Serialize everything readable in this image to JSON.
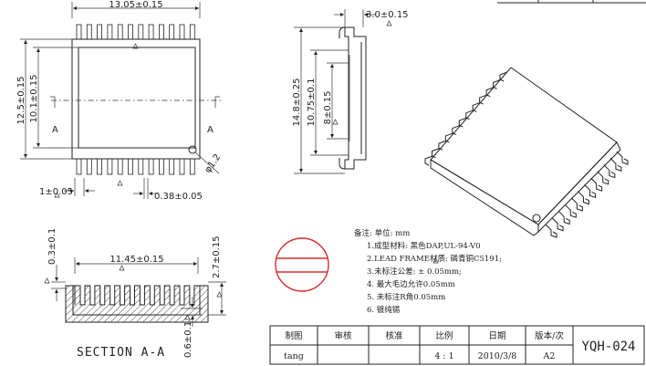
{
  "top_view": {
    "width_dim": "13.05±0.15",
    "height_outer_dim": "12.5±0.15",
    "height_inner_dim": "10.1±0.15",
    "section_label_left": "A",
    "section_label_right": "A",
    "pin_width_dim": "1±0.05",
    "pin_gap_dim": "0.38±0.05",
    "hole_dim": "φ1.2"
  },
  "side_view": {
    "top_dim": "3.0±0.15",
    "height_outer_dim": "14.8±0.25",
    "height_mid_dim": "10.75±0.1",
    "height_inner_dim": "8±0.15"
  },
  "section_view": {
    "width_dim": "11.45±0.15",
    "left_dim": "0.3±0.1",
    "right_dim": "2.7±0.15",
    "bottom_dim": "0.6±0.1",
    "title": "SECTION  A-A"
  },
  "notes": {
    "header": "备注:  单位: mm",
    "lines": [
      "1.成型材料: 黑色DAP,UL-94-V0",
      "2.LEAD  FRAME材质: 磷青铜C5191;",
      "3.未标注公差:  ± 0.05mm;",
      "4. 最大毛边允许0.05mm",
      "5. 未标注R角0.05mm",
      "6. 镀纯锡"
    ]
  },
  "title_block": {
    "headers": [
      "制图",
      "审核",
      "核准",
      "比例",
      "日期",
      "版本/次"
    ],
    "values": [
      "tang",
      "",
      "",
      "4 : 1",
      "2010/3/8",
      "A2"
    ],
    "drawing_number": "YQH-024"
  }
}
